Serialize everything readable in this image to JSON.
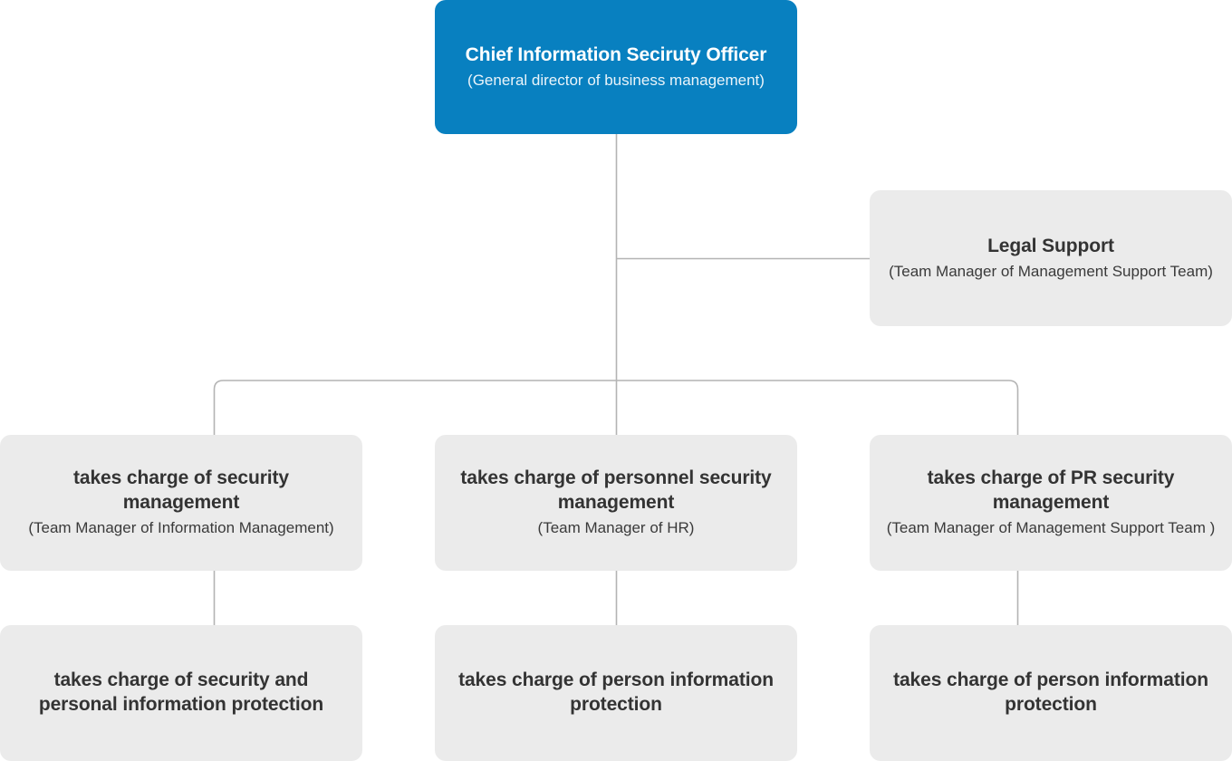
{
  "diagram": {
    "kind": "organization-chart",
    "colors": {
      "root_fill": "#0880c0",
      "root_text": "#ffffff",
      "node_fill": "#ebebeb",
      "node_text": "#333333",
      "connector": "#b4b4b4",
      "background": "#ffffff"
    }
  },
  "nodes": {
    "ciso": {
      "title": "Chief Information Seciruty Officer",
      "subtitle": "(General director of business management)"
    },
    "legal_support": {
      "title": "Legal Support",
      "subtitle": "(Team Manager of Management Support Team)"
    },
    "security_management": {
      "title": "takes charge of security management",
      "subtitle": "(Team Manager of Information Management)"
    },
    "personnel_security_management": {
      "title": "takes charge of personnel security management",
      "subtitle": "(Team Manager of HR)"
    },
    "pr_security_management": {
      "title": "takes charge of PR security management",
      "subtitle": "(Team Manager of Management Support Team )"
    },
    "leaf_left": {
      "title": "takes charge of security and personal information protection"
    },
    "leaf_mid": {
      "title": "takes charge of person information protection"
    },
    "leaf_right": {
      "title": "takes charge of person information protection"
    }
  }
}
